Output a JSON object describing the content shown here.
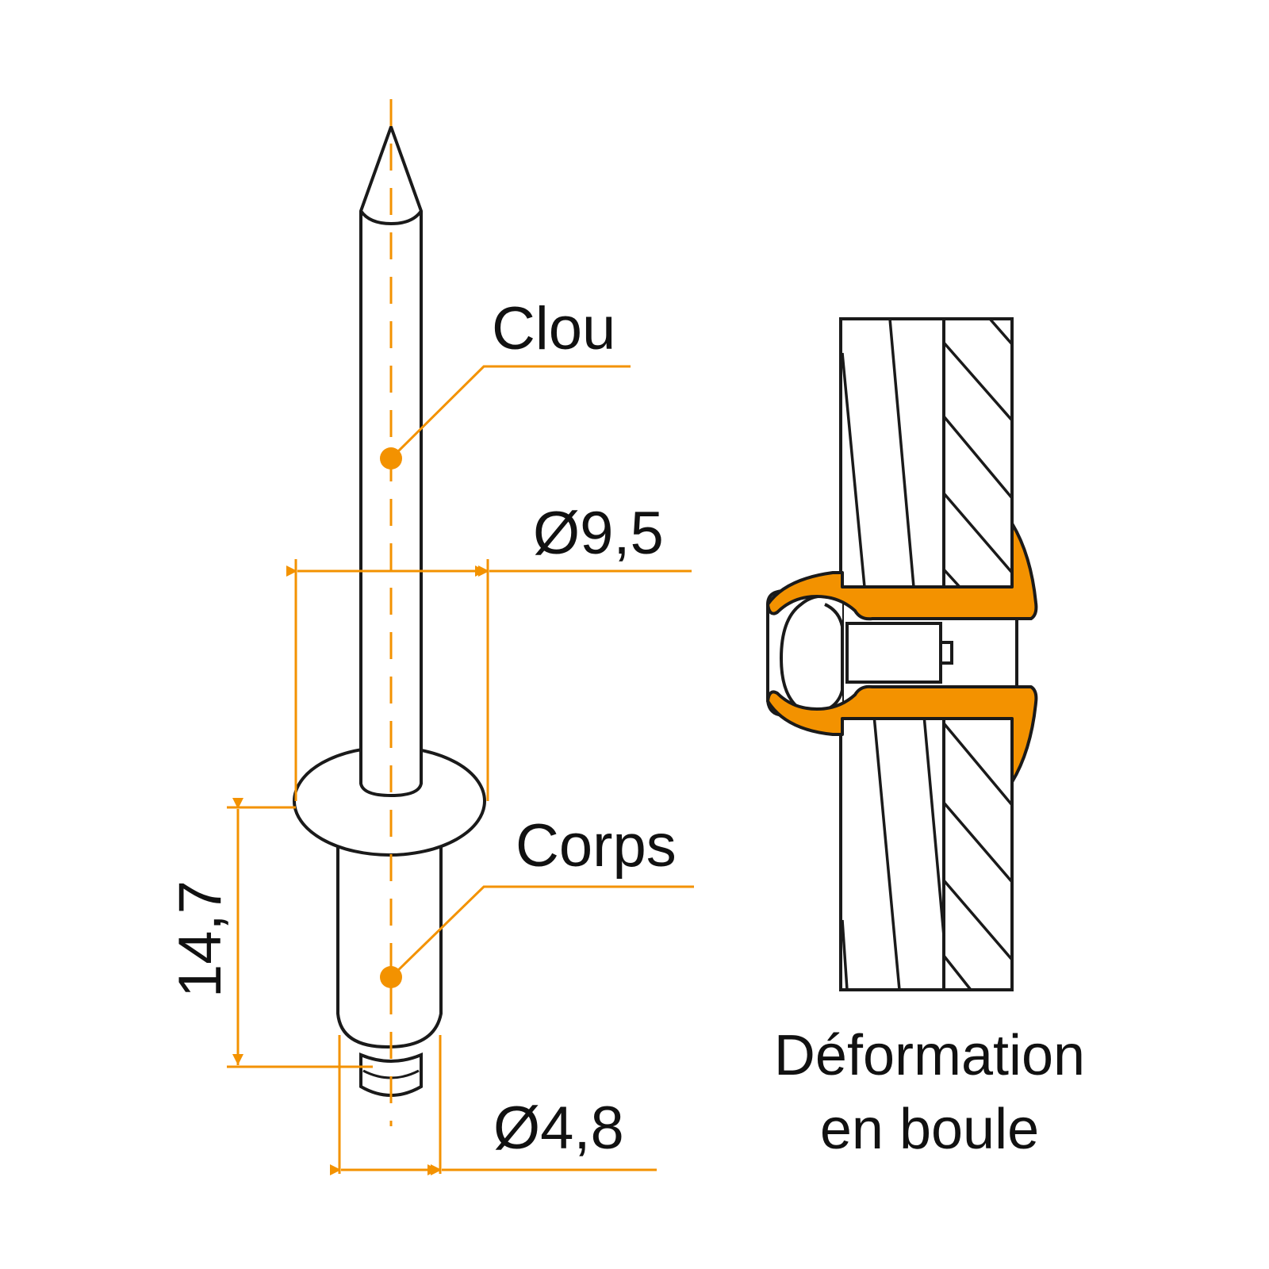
{
  "labels": {
    "nail": "Clou",
    "body": "Corps",
    "caption_line1": "Déformation",
    "caption_line2": "en boule"
  },
  "dimensions": {
    "head_diameter": "Ø9,5",
    "body_length": "14,7",
    "body_diameter": "Ø4,8"
  },
  "colors": {
    "accent": "#F39200",
    "line": "#1A1A1A",
    "background": "#FFFFFF"
  }
}
